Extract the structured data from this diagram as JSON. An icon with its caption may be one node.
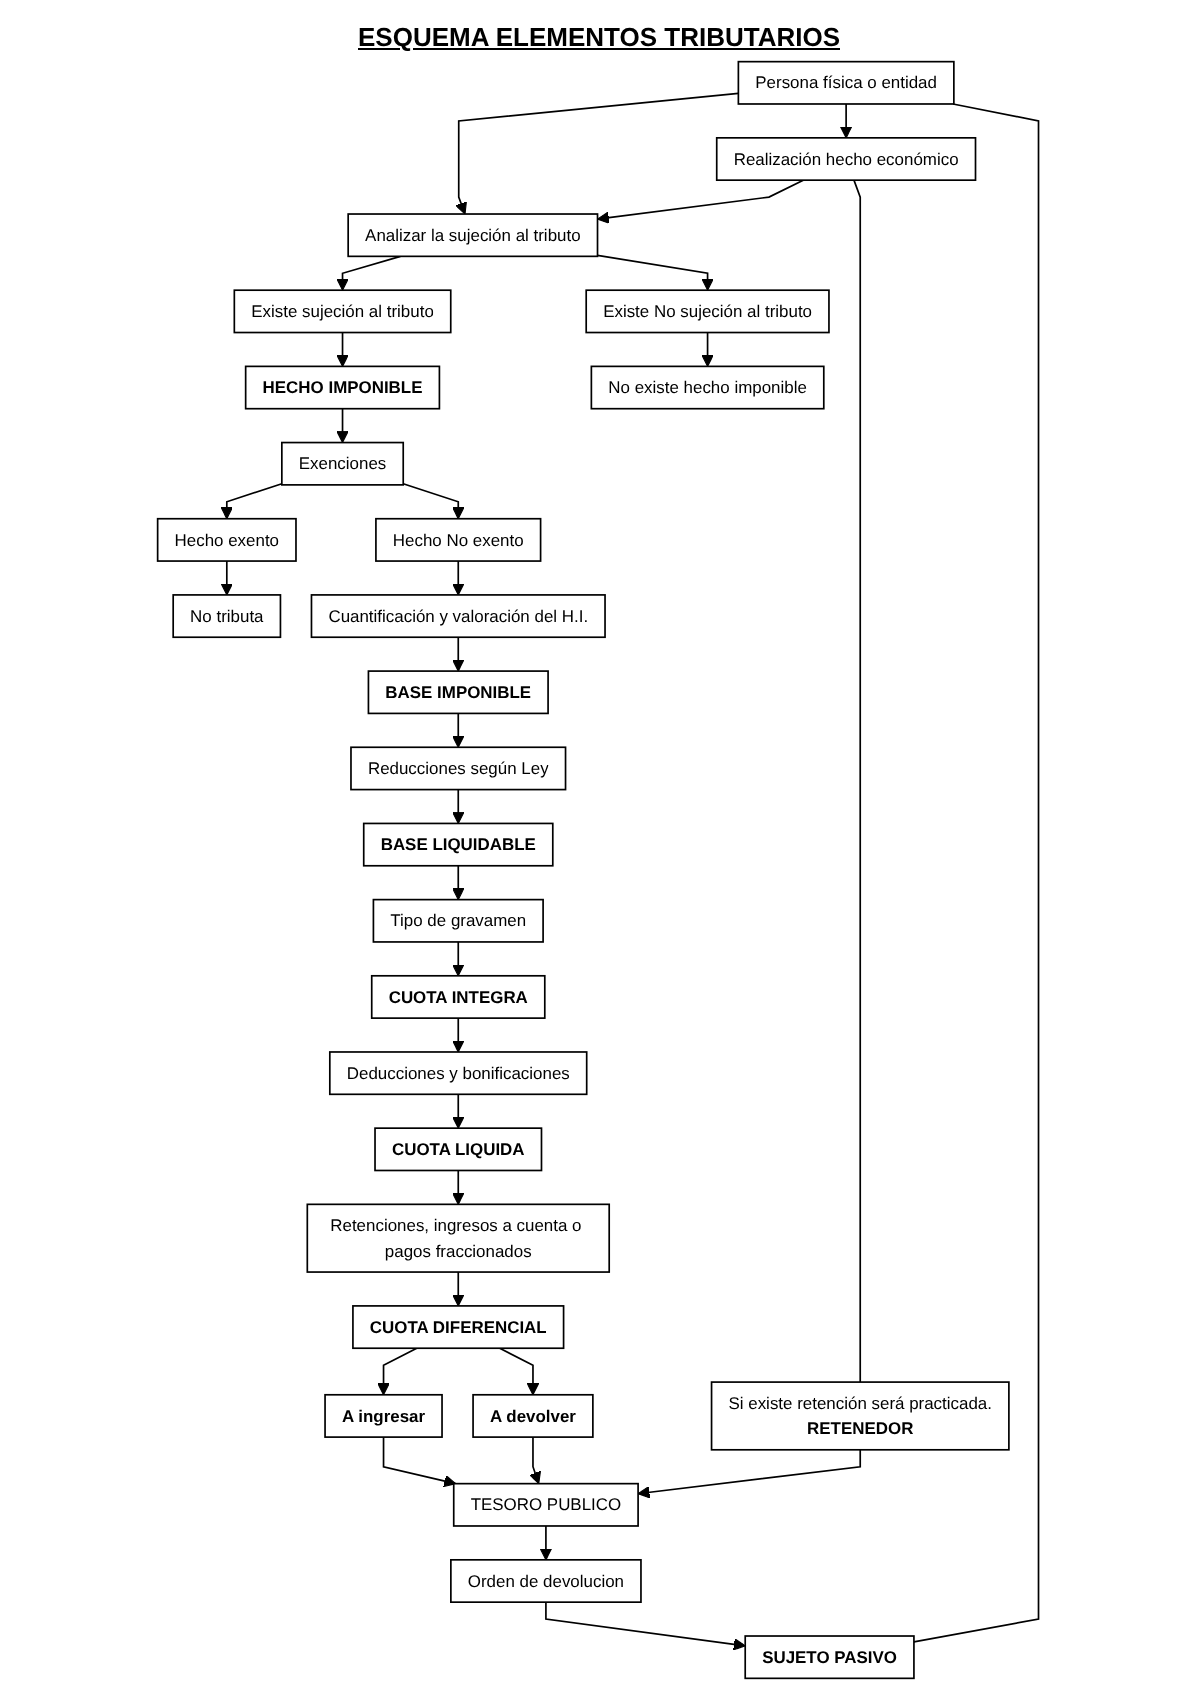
{
  "diagram": {
    "title": "ESQUEMA ELEMENTOS TRIBUTARIOS",
    "nodes": [
      {
        "text": [
          "Persona física o entidad"
        ]
      },
      {
        "text": [
          "Realización hecho económico"
        ]
      },
      {
        "text": [
          "Analizar la sujeción al tributo"
        ]
      },
      {
        "text": [
          "Existe sujeción al tributo"
        ]
      },
      {
        "text": [
          "Existe No sujeción al tributo"
        ]
      },
      {
        "text": [
          "HECHO IMPONIBLE"
        ]
      },
      {
        "text": [
          "No existe hecho imponible"
        ]
      },
      {
        "text": [
          "Exenciones"
        ]
      },
      {
        "text": [
          "SUJETO PASIVO"
        ]
      },
      {
        "text": [
          "Hecho No exento"
        ]
      },
      {
        "text": [
          "Hecho exento"
        ]
      },
      {
        "text": [
          "No tributa"
        ]
      },
      {
        "text": [
          "Cuantificación y valoración del H.I."
        ]
      },
      {
        "text": [
          "Si existe retención será practicada.",
          "RETENEDOR"
        ]
      },
      {
        "text": [
          "BASE IMPONIBLE"
        ]
      },
      {
        "text": [
          "Reducciones según Ley"
        ]
      },
      {
        "text": [
          "BASE LIQUIDABLE"
        ]
      },
      {
        "text": [
          "Tipo de gravamen"
        ]
      },
      {
        "text": [
          "CUOTA INTEGRA"
        ]
      },
      {
        "text": [
          "Deducciones y bonificaciones"
        ]
      },
      {
        "text": [
          "Orden de devolucion"
        ]
      },
      {
        "text": [
          "CUOTA LIQUIDA"
        ]
      },
      {
        "text": [
          "Retenciones, ingresos a cuenta o pagos fraccionados"
        ]
      },
      {
        "text": [
          "CUOTA DIFERENCIAL"
        ]
      },
      {
        "text": [
          "A ingresar"
        ]
      },
      {
        "text": [
          "A devolver"
        ]
      },
      {
        "text": [
          "TESORO PUBLICO"
        ]
      }
    ],
    "edges": [
      {
        "from": 0,
        "to": 1,
        "arrow": "to"
      },
      {
        "from": 0,
        "to": 2,
        "arrow": "to"
      },
      {
        "from": 1,
        "to": 2,
        "arrow": "to"
      },
      {
        "from": 2,
        "to": 3,
        "arrow": "to"
      },
      {
        "from": 2,
        "to": 4,
        "arrow": "to"
      },
      {
        "from": 3,
        "to": 5,
        "arrow": "to"
      },
      {
        "from": 4,
        "to": 6,
        "arrow": "to"
      },
      {
        "from": 5,
        "to": 7,
        "arrow": "to"
      },
      {
        "from": 7,
        "to": 9,
        "arrow": "to"
      },
      {
        "from": 7,
        "to": 10,
        "arrow": "to"
      },
      {
        "from": 10,
        "to": 11,
        "arrow": "to"
      },
      {
        "from": 9,
        "to": 12,
        "arrow": "to"
      },
      {
        "from": 12,
        "to": 14,
        "arrow": "to"
      },
      {
        "from": 14,
        "to": 15,
        "arrow": "to"
      },
      {
        "from": 15,
        "to": 16,
        "arrow": "to"
      },
      {
        "from": 16,
        "to": 17,
        "arrow": "to"
      },
      {
        "from": 17,
        "to": 18,
        "arrow": "to"
      },
      {
        "from": 18,
        "to": 19,
        "arrow": "to"
      },
      {
        "from": 19,
        "to": 21,
        "arrow": "to"
      },
      {
        "from": 21,
        "to": 22,
        "arrow": "to"
      },
      {
        "from": 22,
        "to": 23,
        "arrow": "to"
      },
      {
        "from": 23,
        "to": 24,
        "arrow": "to"
      },
      {
        "from": 23,
        "to": 25,
        "arrow": "to"
      },
      {
        "from": 24,
        "to": 26,
        "arrow": "to"
      },
      {
        "from": 25,
        "to": 26,
        "arrow": "to"
      },
      {
        "from": 26,
        "to": 20,
        "arrow": "to"
      },
      {
        "from": 20,
        "to": 8,
        "arrow": "to"
      },
      {
        "from": 8,
        "to": 0,
        "arrow": "none"
      },
      {
        "from": 1,
        "to": 13,
        "arrow": "none"
      },
      {
        "from": 13,
        "to": 26,
        "arrow": "to"
      }
    ]
  }
}
